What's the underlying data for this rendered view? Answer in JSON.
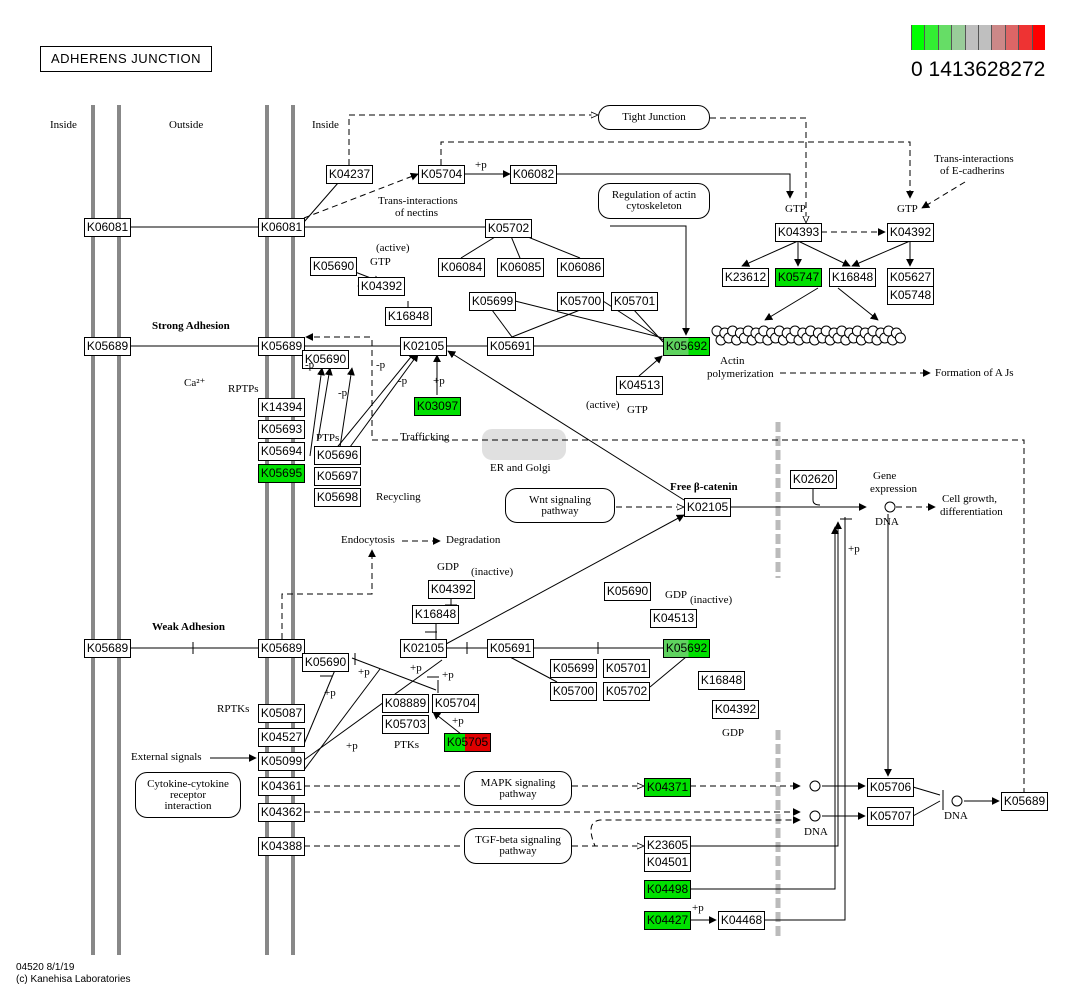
{
  "title": "ADHERENS JUNCTION",
  "legend": {
    "colors": [
      "#00ff00",
      "#33ee33",
      "#66dd66",
      "#99cc99",
      "#bfbfbf",
      "#bfbfbf",
      "#cc8888",
      "#dd6666",
      "#ee3333",
      "#ff0000"
    ],
    "labels": "0  1413628272"
  },
  "colors": {
    "green": "#00e000",
    "light_green": "#5fd35f",
    "red": "#e00000",
    "membrane": "#888888"
  },
  "nodes": [
    {
      "id": "n1",
      "label": "K06081"
    },
    {
      "id": "n2",
      "label": "K05689"
    },
    {
      "id": "n3",
      "label": "K05689"
    },
    {
      "id": "n4",
      "label": "K06081"
    },
    {
      "id": "n5",
      "label": "K05689"
    },
    {
      "id": "n6",
      "label": "K05690"
    },
    {
      "id": "n7",
      "label": "K14394"
    },
    {
      "id": "n8",
      "label": "K05693"
    },
    {
      "id": "n9",
      "label": "K05694"
    },
    {
      "id": "n10",
      "label": "K05695",
      "fill": "green"
    },
    {
      "id": "n11",
      "label": "K05689"
    },
    {
      "id": "n12",
      "label": "K05690"
    },
    {
      "id": "n13",
      "label": "K05087"
    },
    {
      "id": "n14",
      "label": "K04527"
    },
    {
      "id": "n15",
      "label": "K05099"
    },
    {
      "id": "n16",
      "label": "K04361"
    },
    {
      "id": "n17",
      "label": "K04362"
    },
    {
      "id": "n18",
      "label": "K04388"
    },
    {
      "id": "n19",
      "label": "K04237"
    },
    {
      "id": "n20",
      "label": "K05704"
    },
    {
      "id": "n21",
      "label": "K06082"
    },
    {
      "id": "n22",
      "label": "K05702"
    },
    {
      "id": "n23",
      "label": "K05690"
    },
    {
      "id": "n24",
      "label": "K04392"
    },
    {
      "id": "n25",
      "label": "K16848"
    },
    {
      "id": "n26",
      "label": "K06084"
    },
    {
      "id": "n27",
      "label": "K06085"
    },
    {
      "id": "n28",
      "label": "K06086"
    },
    {
      "id": "n29",
      "label": "K05699"
    },
    {
      "id": "n30",
      "label": "K05700"
    },
    {
      "id": "n31",
      "label": "K05701"
    },
    {
      "id": "n32",
      "label": "K02105"
    },
    {
      "id": "n33",
      "label": "K05691"
    },
    {
      "id": "n34",
      "label": "K05692",
      "fill": "split-green"
    },
    {
      "id": "n35",
      "label": "K03097",
      "fill": "green"
    },
    {
      "id": "n36",
      "label": "K04513"
    },
    {
      "id": "n37",
      "label": "K05696"
    },
    {
      "id": "n38",
      "label": "K05697"
    },
    {
      "id": "n39",
      "label": "K05698"
    },
    {
      "id": "n40",
      "label": "K04393"
    },
    {
      "id": "n41",
      "label": "K04392"
    },
    {
      "id": "n42",
      "label": "K23612"
    },
    {
      "id": "n43",
      "label": "K05747",
      "fill": "green"
    },
    {
      "id": "n44",
      "label": "K16848"
    },
    {
      "id": "n45",
      "label": "K05627"
    },
    {
      "id": "n46",
      "label": "K05748"
    },
    {
      "id": "n47",
      "label": "K02620"
    },
    {
      "id": "n48",
      "label": "K02105"
    },
    {
      "id": "n49",
      "label": "K04392"
    },
    {
      "id": "n50",
      "label": "K16848"
    },
    {
      "id": "n51",
      "label": "K02105"
    },
    {
      "id": "n52",
      "label": "K05691"
    },
    {
      "id": "n53",
      "label": "K05692",
      "fill": "split-green"
    },
    {
      "id": "n54",
      "label": "K05690"
    },
    {
      "id": "n55",
      "label": "K04513"
    },
    {
      "id": "n56",
      "label": "K05699"
    },
    {
      "id": "n57",
      "label": "K05701"
    },
    {
      "id": "n58",
      "label": "K05700"
    },
    {
      "id": "n59",
      "label": "K05702"
    },
    {
      "id": "n60",
      "label": "K16848"
    },
    {
      "id": "n61",
      "label": "K04392"
    },
    {
      "id": "n62",
      "label": "K08889"
    },
    {
      "id": "n63",
      "label": "K05704"
    },
    {
      "id": "n64",
      "label": "K05703"
    },
    {
      "id": "n65",
      "label": "K05705",
      "fill": "split-green-red"
    },
    {
      "id": "n66",
      "label": "K04371",
      "fill": "green"
    },
    {
      "id": "n67",
      "label": "K05706"
    },
    {
      "id": "n68",
      "label": "K05707"
    },
    {
      "id": "n69",
      "label": "K05689"
    },
    {
      "id": "n70",
      "label": "K23605"
    },
    {
      "id": "n71",
      "label": "K04501"
    },
    {
      "id": "n72",
      "label": "K04498",
      "fill": "green"
    },
    {
      "id": "n73",
      "label": "K04427",
      "fill": "green"
    },
    {
      "id": "n74",
      "label": "K04468"
    }
  ],
  "pathways": [
    {
      "id": "p1",
      "label": "Tight Junction"
    },
    {
      "id": "p2",
      "label": "Regulation of actin cytoskeleton"
    },
    {
      "id": "p3",
      "label": "Wnt signaling pathway"
    },
    {
      "id": "p4",
      "label": "Cytokine-cytokine receptor interaction"
    },
    {
      "id": "p5",
      "label": "MAPK signaling pathway"
    },
    {
      "id": "p6",
      "label": "TGF-beta signaling pathway"
    }
  ],
  "labels": [
    "Inside",
    "Outside",
    "Inside",
    "Trans-interactions",
    "of nectins",
    "+p",
    "Trans-interactions",
    "of E-cadherins",
    "(active)",
    "GTP",
    "GTP",
    "GTP",
    "Strong Adhesion",
    "Ca²⁺",
    "RPTPs",
    "PTPs",
    "-p",
    "-p",
    "-p",
    "-p",
    "+p",
    "Actin",
    "polymerization",
    "Formation of A Js",
    "(active)",
    "GTP",
    "Trafficking",
    "ER and Golgi",
    "Recycling",
    "Free β-catenin",
    "Gene",
    "expression",
    "DNA",
    "Cell growth,",
    "differentiation",
    "Endocytosis",
    "Degradation",
    "GDP",
    "(inactive)",
    "GDP",
    "(inactive)",
    "Weak Adhesion",
    "+p",
    "+p",
    "+p",
    "+p",
    "+p",
    "+p",
    "RPTKs",
    "PTKs",
    "External signals",
    "GDP",
    "DNA",
    "DNA",
    "+p",
    "+p"
  ],
  "footer": {
    "line1": "04520 8/1/19",
    "line2": "(c) Kanehisa Laboratories"
  }
}
